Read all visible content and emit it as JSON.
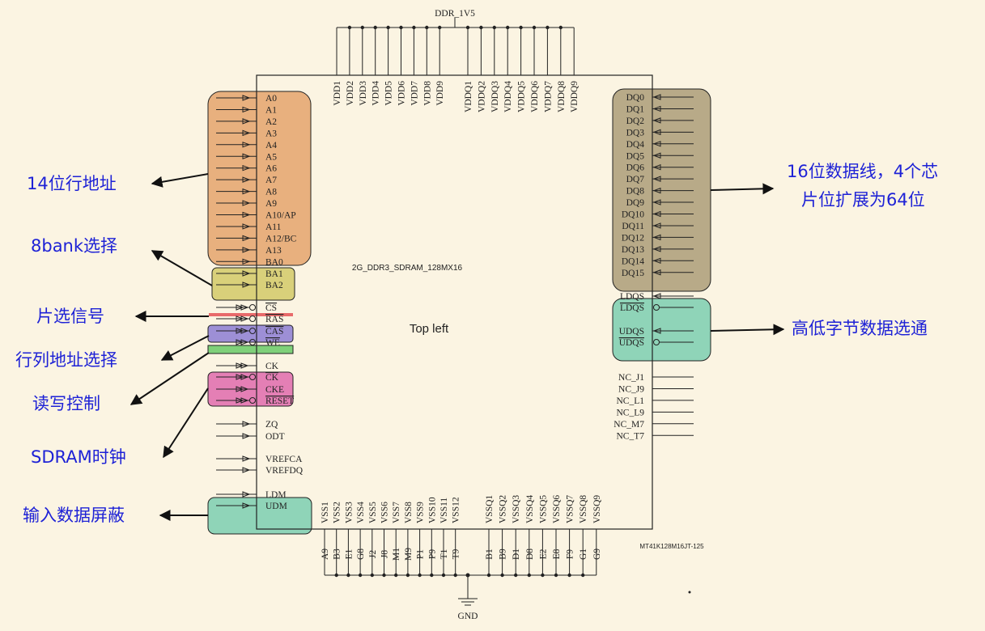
{
  "power": {
    "label": "DDR_1V5",
    "vdd": [
      "VDD1",
      "VDD2",
      "VDD3",
      "VDD4",
      "VDD5",
      "VDD6",
      "VDD7",
      "VDD8",
      "VDD9"
    ],
    "vddq": [
      "VDDQ1",
      "VDDQ2",
      "VDDQ3",
      "VDDQ4",
      "VDDQ5",
      "VDDQ6",
      "VDDQ7",
      "VDDQ8",
      "VDDQ9"
    ]
  },
  "ground": {
    "label": "GND",
    "vss": [
      "VSS1",
      "VSS2",
      "VSS3",
      "VSS4",
      "VSS5",
      "VSS6",
      "VSS7",
      "VSS8",
      "VSS9",
      "VSS10",
      "VSS11",
      "VSS12"
    ],
    "vssq": [
      "VSSQ1",
      "VSSQ2",
      "VSSQ3",
      "VSSQ4",
      "VSSQ5",
      "VSSQ6",
      "VSSQ7",
      "VSSQ8",
      "VSSQ9"
    ],
    "balls_vss": [
      "A9",
      "B3",
      "E1",
      "G8",
      "J2",
      "J8",
      "M1",
      "M9",
      "P1",
      "P9",
      "T1",
      "T9"
    ],
    "balls_vssq": [
      "B1",
      "B9",
      "D1",
      "D8",
      "E2",
      "E8",
      "F9",
      "G1",
      "G9"
    ]
  },
  "chip": {
    "name": "2G_DDR3_SDRAM_128MX16",
    "part": "MT41K128M16JT-125",
    "corner_label": "Top left"
  },
  "left_pins": {
    "address": [
      "A0",
      "A1",
      "A2",
      "A3",
      "A4",
      "A5",
      "A6",
      "A7",
      "A8",
      "A9",
      "A10/AP",
      "A11",
      "A12/BC",
      "A13",
      "BA0"
    ],
    "bank": [
      "BA1",
      "BA2"
    ],
    "cs": "CS",
    "ras": "RAS",
    "cas": "CAS",
    "we": "WE",
    "clock": [
      "CK",
      "CK",
      "CKE",
      "RESET"
    ],
    "misc": [
      "ZQ",
      "ODT"
    ],
    "vref": [
      "VREFCA",
      "VREFDQ"
    ],
    "mask": [
      "LDM",
      "UDM"
    ]
  },
  "right_pins": {
    "dq": [
      "DQ0",
      "DQ1",
      "DQ2",
      "DQ3",
      "DQ4",
      "DQ5",
      "DQ6",
      "DQ7",
      "DQ8",
      "DQ9",
      "DQ10",
      "DQ11",
      "DQ12",
      "DQ13",
      "DQ14",
      "DQ15"
    ],
    "strobe": [
      "LDQS",
      "LDQS",
      "UDQS",
      "UDQS"
    ],
    "nc": [
      "NC_J1",
      "NC_J9",
      "NC_L1",
      "NC_L9",
      "NC_M7",
      "NC_T7"
    ]
  },
  "annotations": {
    "row_address": "14位行地址",
    "bank_select": "8bank选择",
    "chip_select": "片选信号",
    "row_col_select": "行列地址选择",
    "rw_control": "读写控制",
    "sdram_clock": "SDRAM时钟",
    "data_mask": "输入数据屏蔽",
    "data_lines_1": "16位数据线，4个芯",
    "data_lines_2": "片位扩展为64位",
    "dqs": "高低字节数据选通"
  },
  "colors": {
    "background": "#fbf4e2",
    "annotation": "#1e22d6",
    "address_box": "#e8b07e",
    "bank_box": "#d9d07a",
    "cs_strip": "#e86a6a",
    "cas_box": "#9d8fd6",
    "we_box": "#7fd079",
    "clock_box": "#e47fb5",
    "mask_box": "#8fd4b8",
    "dq_box": "#b8aa88",
    "dqs_box": "#8fd4b8"
  }
}
